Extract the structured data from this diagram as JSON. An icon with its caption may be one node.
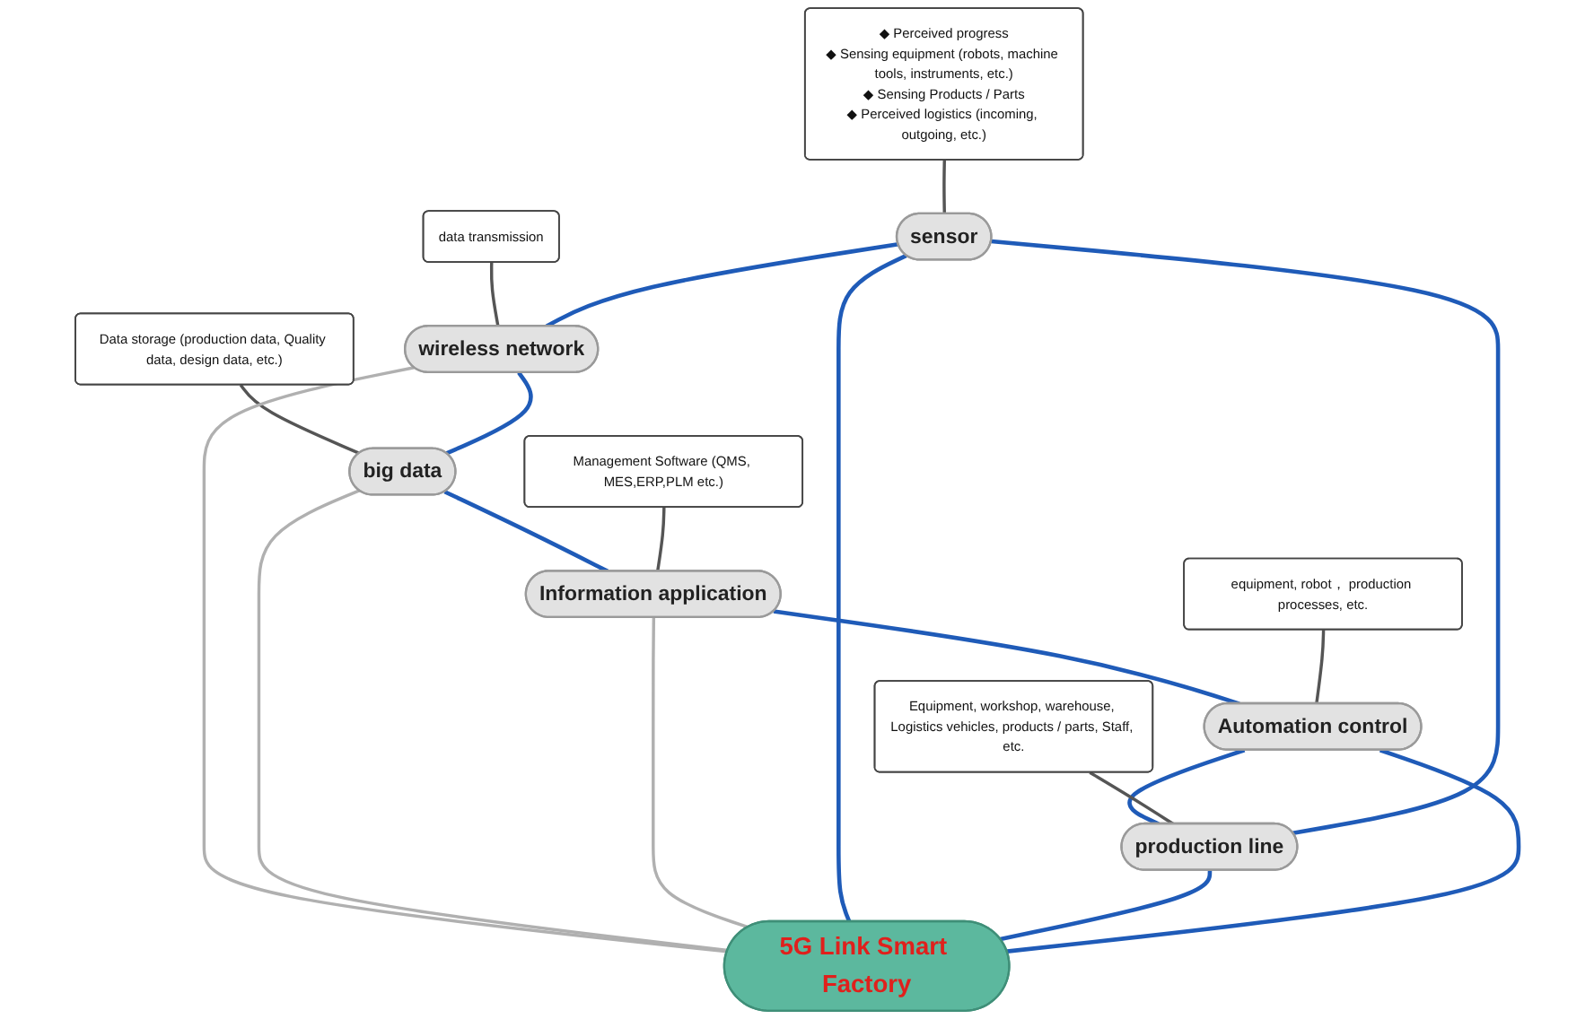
{
  "diagram": {
    "nodes": [
      {
        "text": [
          "◆ Perceived progress",
          "◆ Sensing equipment (robots, machine tools, instruments, etc.)",
          "◆ Sensing Products / Parts",
          "◆ Perceived logistics (incoming, outgoing, etc.)"
        ]
      },
      {
        "text": [
          "data transmission"
        ]
      },
      {
        "text": [
          "Data storage (production data, Quality data, design data, etc.)"
        ]
      },
      {
        "text": [
          "wireless network"
        ]
      },
      {
        "text": [
          "big data"
        ]
      },
      {
        "text": [
          "5G Link Smart Factory"
        ]
      },
      {
        "text": [
          "sensor"
        ]
      },
      {
        "text": [
          "Information application"
        ]
      },
      {
        "text": [
          "Management Software (QMS, MES,ERP,PLM etc.)"
        ]
      },
      {
        "text": [
          "production line"
        ]
      },
      {
        "text": [
          "Automation control"
        ]
      },
      {
        "text": [
          "Equipment, workshop, warehouse, Logistics vehicles, products / parts, Staff, etc."
        ]
      },
      {
        "text": [
          "equipment, robot， production processes, etc."
        ]
      }
    ],
    "edges": [
      {
        "from": 0,
        "to": 6,
        "arrow": "none",
        "color": "#555555"
      },
      {
        "from": 1,
        "to": 3,
        "arrow": "none",
        "color": "#555555"
      },
      {
        "from": 2,
        "to": 4,
        "arrow": "none",
        "color": "#555555"
      },
      {
        "from": 6,
        "to": 3,
        "arrow": "none"
      },
      {
        "from": 3,
        "to": 4,
        "arrow": "none"
      },
      {
        "from": 4,
        "to": 7,
        "arrow": "none"
      },
      {
        "from": 7,
        "to": 10,
        "arrow": "none"
      },
      {
        "from": 10,
        "to": 9,
        "arrow": "none"
      },
      {
        "from": 9,
        "to": 6,
        "arrow": "none"
      },
      {
        "from": 3,
        "to": 5,
        "arrow": "none",
        "color": "#b0b0b0"
      },
      {
        "from": 4,
        "to": 5,
        "arrow": "none",
        "color": "#b0b0b0"
      },
      {
        "from": 7,
        "to": 5,
        "arrow": "none",
        "color": "#b0b0b0"
      },
      {
        "from": 6,
        "to": 5,
        "arrow": "none"
      },
      {
        "from": 9,
        "to": 5,
        "arrow": "none"
      },
      {
        "from": 10,
        "to": 5,
        "arrow": "none"
      },
      {
        "from": 8,
        "to": 7,
        "arrow": "none",
        "color": "#555555"
      },
      {
        "from": 11,
        "to": 9,
        "arrow": "none",
        "color": "#555555"
      },
      {
        "from": 12,
        "to": 10,
        "arrow": "none",
        "color": "#555555"
      }
    ]
  }
}
